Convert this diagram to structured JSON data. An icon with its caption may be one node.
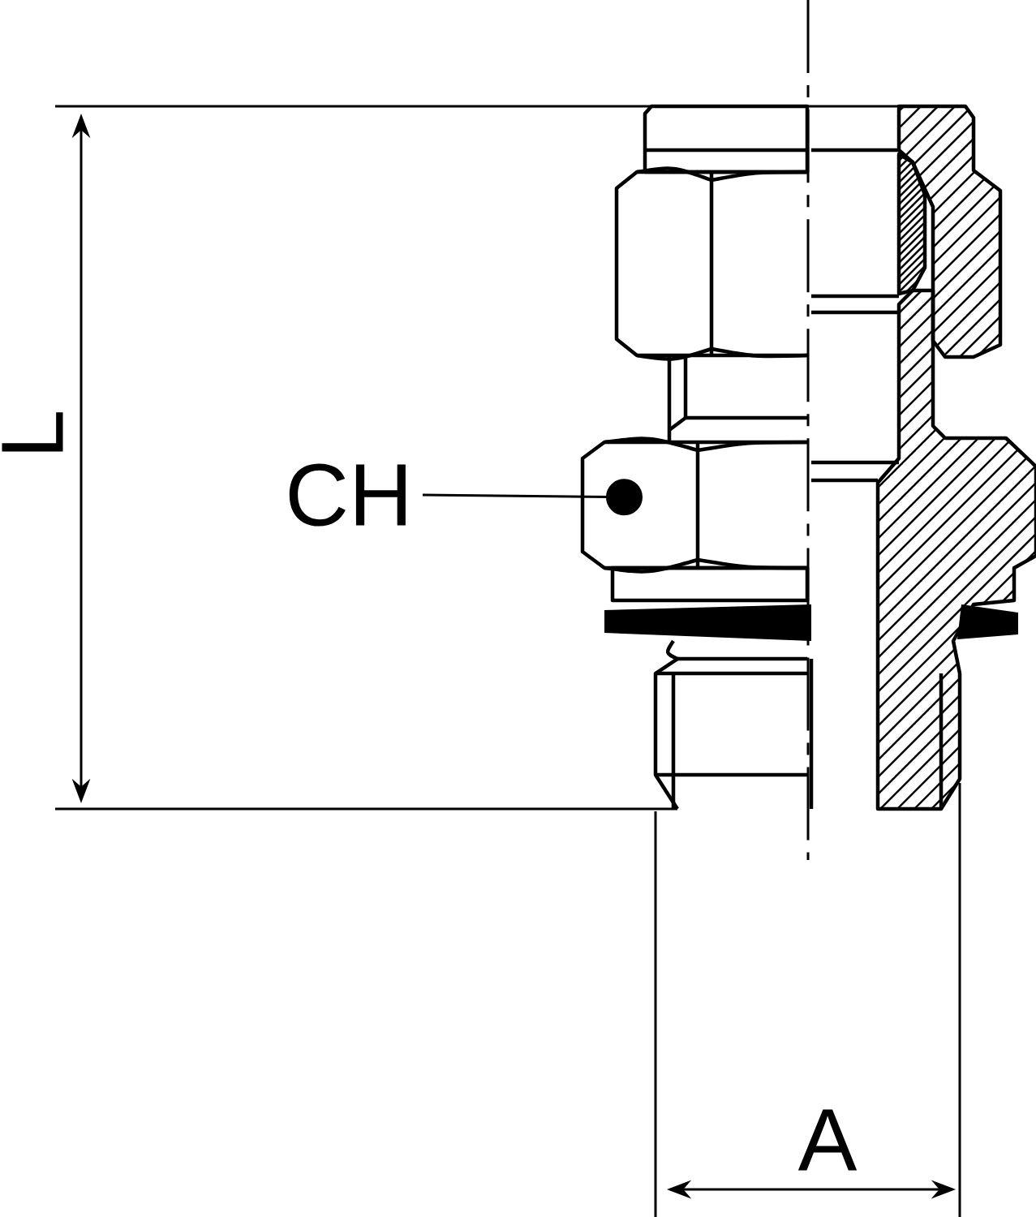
{
  "diagram": {
    "nodes": [
      {
        "text": [
          "CH"
        ]
      },
      {
        "text": [],
        "shape": "picture"
      }
    ],
    "edges": [
      {
        "from": 0,
        "to": 1,
        "arrow": "other"
      }
    ],
    "labels": [
      "L",
      "A"
    ]
  }
}
